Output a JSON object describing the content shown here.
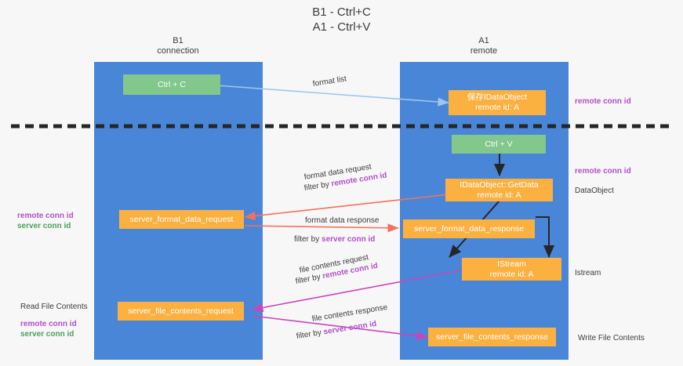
{
  "title": {
    "line1": "B1 - Ctrl+C",
    "line2": "A1 - Ctrl+V"
  },
  "columns": [
    {
      "name": "b1",
      "line1": "B1",
      "line2": "connection"
    },
    {
      "name": "a1",
      "line1": "A1",
      "line2": "remote"
    }
  ],
  "colors": {
    "lane": "#4a86d8",
    "green_node": "#82c78b",
    "orange_node": "#fbb040",
    "purple_text": "#b24fc8",
    "green_text": "#4aa05a",
    "arrow_format_list": "#9dc6ee",
    "arrow_format_data": "#f4705c",
    "arrow_file_contents": "#cc44bb",
    "arrow_black": "#262626",
    "divider": "#262626",
    "background": "#f7f7f7"
  },
  "nodes": {
    "ctrl_c": {
      "line1": "Ctrl + C"
    },
    "idataobject": {
      "line1": "保存IDataObject",
      "line2": "remote id: A"
    },
    "ctrl_v": {
      "line1": "Ctrl + V"
    },
    "getdata": {
      "line1": "IDataObject::GetData",
      "line2": "remote id: A"
    },
    "server_format_data_request": {
      "line1": "server_format_data_request"
    },
    "server_format_data_response": {
      "line1": "server_format_data_response"
    },
    "istream": {
      "line1": "IStream",
      "line2": "remote id: A"
    },
    "server_file_contents_request": {
      "line1": "server_file_contents_request"
    },
    "server_file_contents_response": {
      "line1": "server_file_contents_response"
    }
  },
  "edge_labels": {
    "format_list": "format list",
    "format_data_request": "format data request",
    "format_data_request_filter_prefix": "filter by ",
    "format_data_request_filter_key": "remote conn id",
    "format_data_response": "format data response",
    "format_data_response_filter_prefix": "filter by ",
    "format_data_response_filter_key": "server conn id",
    "file_contents_request": "file contents request",
    "file_contents_request_filter_prefix": "filter by ",
    "file_contents_request_filter_key": "remote conn id",
    "file_contents_response": "file contents response",
    "file_contents_response_filter_prefix": "filter by ",
    "file_contents_response_filter_key": "server conn id"
  },
  "annotations": {
    "right_remote_conn_id_top": "remote conn id",
    "right_remote_conn_id_mid": "remote conn id",
    "right_dataobject": "DataObject",
    "right_istream": "Istream",
    "right_write_file_contents": "Write File Contents",
    "left_remote_conn_id_mid": "remote conn id",
    "left_server_conn_id_mid": "server conn id",
    "left_read_file_contents": "Read File Contents",
    "left_remote_conn_id_bottom": "remote conn id",
    "left_server_conn_id_bottom": "server conn id"
  }
}
